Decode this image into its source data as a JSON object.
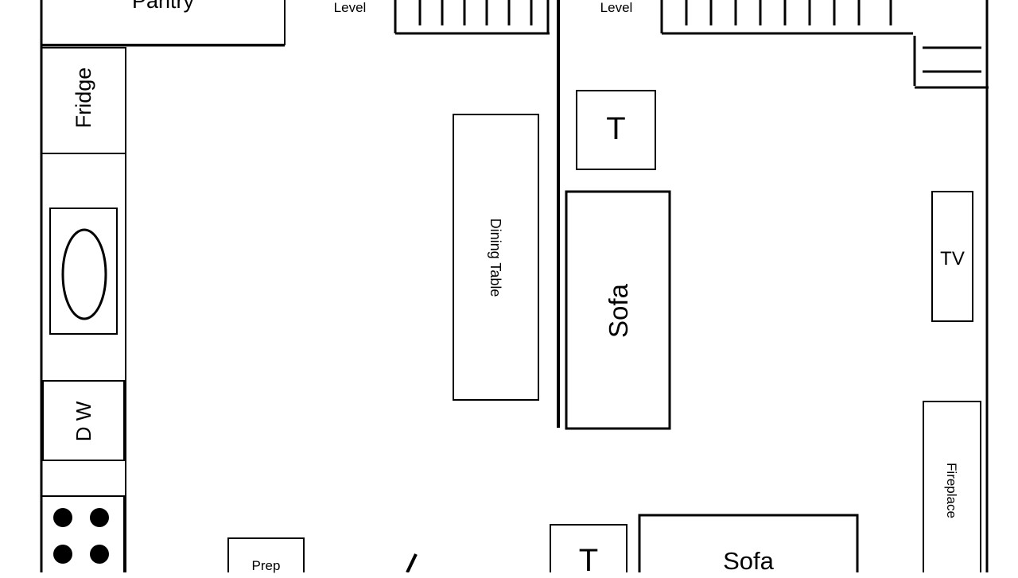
{
  "floorplan": {
    "rooms": {
      "pantry": "Pantry",
      "fridge": "Fridge",
      "dishwasher": "D W",
      "prep": "Prep",
      "dining_table": "Dining Table",
      "sofa_upper": "Sofa",
      "sofa_lower": "Sofa",
      "side_table_upper": "T",
      "side_table_lower": "T",
      "tv": "TV",
      "fireplace": "Fireplace"
    },
    "stairs": {
      "left_label": "Level",
      "right_label": "Level"
    }
  }
}
